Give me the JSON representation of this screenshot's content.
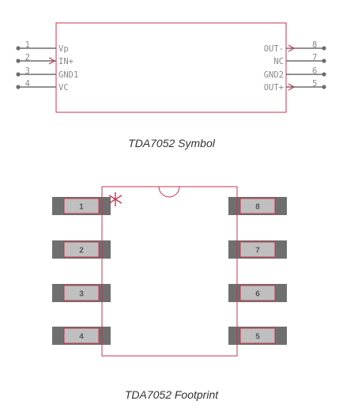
{
  "symbol": {
    "caption": "TDA7052 Symbol",
    "left_pins": [
      {
        "number": "1",
        "label": "Vp",
        "arrow": false
      },
      {
        "number": "2",
        "label": "IN+",
        "arrow": true
      },
      {
        "number": "3",
        "label": "GND1",
        "arrow": false
      },
      {
        "number": "4",
        "label": "VC",
        "arrow": false
      }
    ],
    "right_pins": [
      {
        "number": "8",
        "label": "OUT-",
        "arrow": true
      },
      {
        "number": "7",
        "label": "NC",
        "arrow": false
      },
      {
        "number": "6",
        "label": "GND2",
        "arrow": false
      },
      {
        "number": "5",
        "label": "OUT+",
        "arrow": true
      }
    ]
  },
  "footprint": {
    "caption": "TDA7052 Footprint",
    "left_pads": [
      "1",
      "2",
      "3",
      "4"
    ],
    "right_pads": [
      "8",
      "7",
      "6",
      "5"
    ],
    "pin1_marker": "✳"
  },
  "colors": {
    "outline": "#c8344e",
    "pin": "#6e6e6e",
    "pad_dark": "#6f6f6f",
    "pad_light": "#bfbfbf",
    "text": "#8a8a8a"
  }
}
